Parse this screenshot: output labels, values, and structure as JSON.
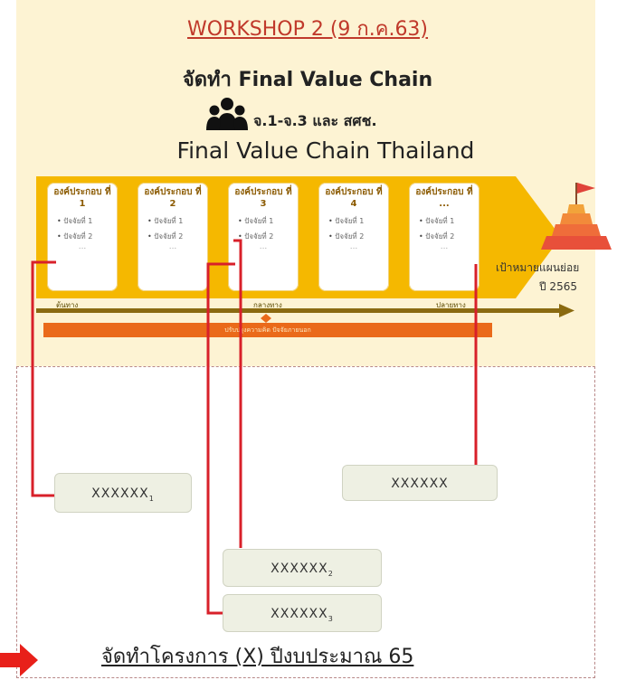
{
  "header": {
    "title": "WORKSHOP 2 (9 ก.ค.63)",
    "subtitle": "จัดทำ Final Value Chain",
    "group_line": "จ.1-จ.3 และ สศช.",
    "chain_title": "Final Value Chain Thailand"
  },
  "cards": [
    {
      "title": "องค์ประกอบ ที่ 1",
      "items": [
        "ปัจจัยที่ 1",
        "ปัจจัยที่ 2"
      ],
      "dots": "..."
    },
    {
      "title": "องค์ประกอบ ที่ 2",
      "items": [
        "ปัจจัยที่ 1",
        "ปัจจัยที่ 2"
      ],
      "dots": "..."
    },
    {
      "title": "องค์ประกอบ ที่ 3",
      "items": [
        "ปัจจัยที่ 1",
        "ปัจจัยที่ 2"
      ],
      "dots": "..."
    },
    {
      "title": "องค์ประกอบ ที่ 4",
      "items": [
        "ปัจจัยที่ 1",
        "ปัจจัยที่ 2"
      ],
      "dots": "..."
    },
    {
      "title": "องค์ประกอบ ที่ ...",
      "items": [
        "ปัจจัยที่ 1",
        "ปัจจัยที่ 2"
      ],
      "dots": "..."
    }
  ],
  "timeline": {
    "start": "ต้นทาง",
    "middle": "กลางทาง",
    "end": "ปลายทาง"
  },
  "orange_bar": "ปรับปรุงความคิด ปัจจัยภายนอก",
  "goal": {
    "label": "เป้าหมายแผนย่อย",
    "year": "ปี 2565"
  },
  "boxes": [
    {
      "text": "XXXXXX",
      "sub": "1"
    },
    {
      "text": "XXXXXX",
      "sub": ""
    },
    {
      "text": "XXXXXX",
      "sub": "2"
    },
    {
      "text": "XXXXXX",
      "sub": "3"
    }
  ],
  "footer": {
    "text": "จัดทำโครงการ (X) ปีงบประมาณ 65"
  },
  "colors": {
    "accent_red": "#c0392b",
    "connector_red": "#d8202a",
    "chain_yellow": "#f5b800",
    "orange_bar": "#ea6a1a",
    "brown_timeline": "#8a6a10"
  }
}
